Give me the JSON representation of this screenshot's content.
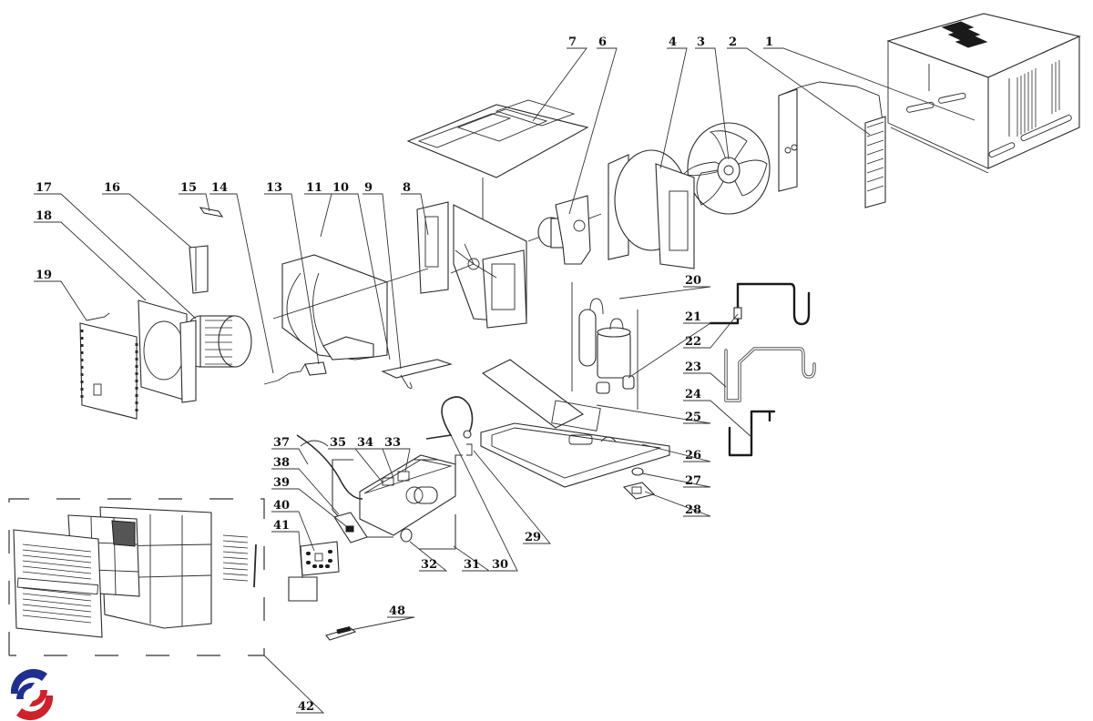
{
  "diagram": {
    "title": "Window air conditioner exploded parts view",
    "type": "exploded-parts-diagram",
    "colors": {
      "line": "#2a2a2a",
      "logo_blue": "#1f2f8f",
      "logo_red": "#d0202a"
    },
    "callouts": [
      {
        "id": "c1",
        "label": "1",
        "part": "outer-cabinet"
      },
      {
        "id": "c2",
        "label": "2",
        "part": "condenser-coil"
      },
      {
        "id": "c3",
        "label": "3",
        "part": "axial-fan-blade"
      },
      {
        "id": "c4",
        "label": "4",
        "part": "fan-shroud"
      },
      {
        "id": "c6",
        "label": "6",
        "part": "fan-motor"
      },
      {
        "id": "c7",
        "label": "7",
        "part": "top-cover"
      },
      {
        "id": "c8",
        "label": "8",
        "part": "partition-panel"
      },
      {
        "id": "c9",
        "label": "9",
        "part": "bracket"
      },
      {
        "id": "c10",
        "label": "10",
        "part": "drain-plate"
      },
      {
        "id": "c11",
        "label": "11",
        "part": "scroll-housing"
      },
      {
        "id": "c13",
        "label": "13",
        "part": "support-clip"
      },
      {
        "id": "c14",
        "label": "14",
        "part": "clamp"
      },
      {
        "id": "c15",
        "label": "15",
        "part": "cover-plate"
      },
      {
        "id": "c16",
        "label": "16",
        "part": "side-bracket"
      },
      {
        "id": "c17",
        "label": "17",
        "part": "centrifugal-blower-wheel"
      },
      {
        "id": "c18",
        "label": "18",
        "part": "evaporator-side-plate"
      },
      {
        "id": "c19",
        "label": "19",
        "part": "evaporator-coil"
      },
      {
        "id": "c20",
        "label": "20",
        "part": "compressor"
      },
      {
        "id": "c21",
        "label": "21",
        "part": "compressor-foot"
      },
      {
        "id": "c22",
        "label": "22",
        "part": "capillary-assembly"
      },
      {
        "id": "c23",
        "label": "23",
        "part": "discharge-pipe"
      },
      {
        "id": "c24",
        "label": "24",
        "part": "suction-pipe"
      },
      {
        "id": "c25",
        "label": "25",
        "part": "base-rail"
      },
      {
        "id": "c26",
        "label": "26",
        "part": "base-pan"
      },
      {
        "id": "c27",
        "label": "27",
        "part": "rubber-grommet"
      },
      {
        "id": "c28",
        "label": "28",
        "part": "mounting-pad"
      },
      {
        "id": "c29",
        "label": "29",
        "part": "cord-clamp"
      },
      {
        "id": "c30",
        "label": "30",
        "part": "power-cord"
      },
      {
        "id": "c31",
        "label": "31",
        "part": "control-box-assembly"
      },
      {
        "id": "c32",
        "label": "32",
        "part": "knob"
      },
      {
        "id": "c33",
        "label": "33",
        "part": "control-box"
      },
      {
        "id": "c34",
        "label": "34",
        "part": "capacitor"
      },
      {
        "id": "c35",
        "label": "35",
        "part": "relay"
      },
      {
        "id": "c37",
        "label": "37",
        "part": "sensor-wire"
      },
      {
        "id": "c38",
        "label": "38",
        "part": "wire-harness"
      },
      {
        "id": "c39",
        "label": "39",
        "part": "display-board"
      },
      {
        "id": "c40",
        "label": "40",
        "part": "control-panel"
      },
      {
        "id": "c41",
        "label": "41",
        "part": "label-sticker"
      },
      {
        "id": "c42",
        "label": "42",
        "part": "front-panel-assembly"
      },
      {
        "id": "c48",
        "label": "48",
        "part": "remote-control"
      }
    ],
    "logo": {
      "name": "brand-logo"
    }
  }
}
